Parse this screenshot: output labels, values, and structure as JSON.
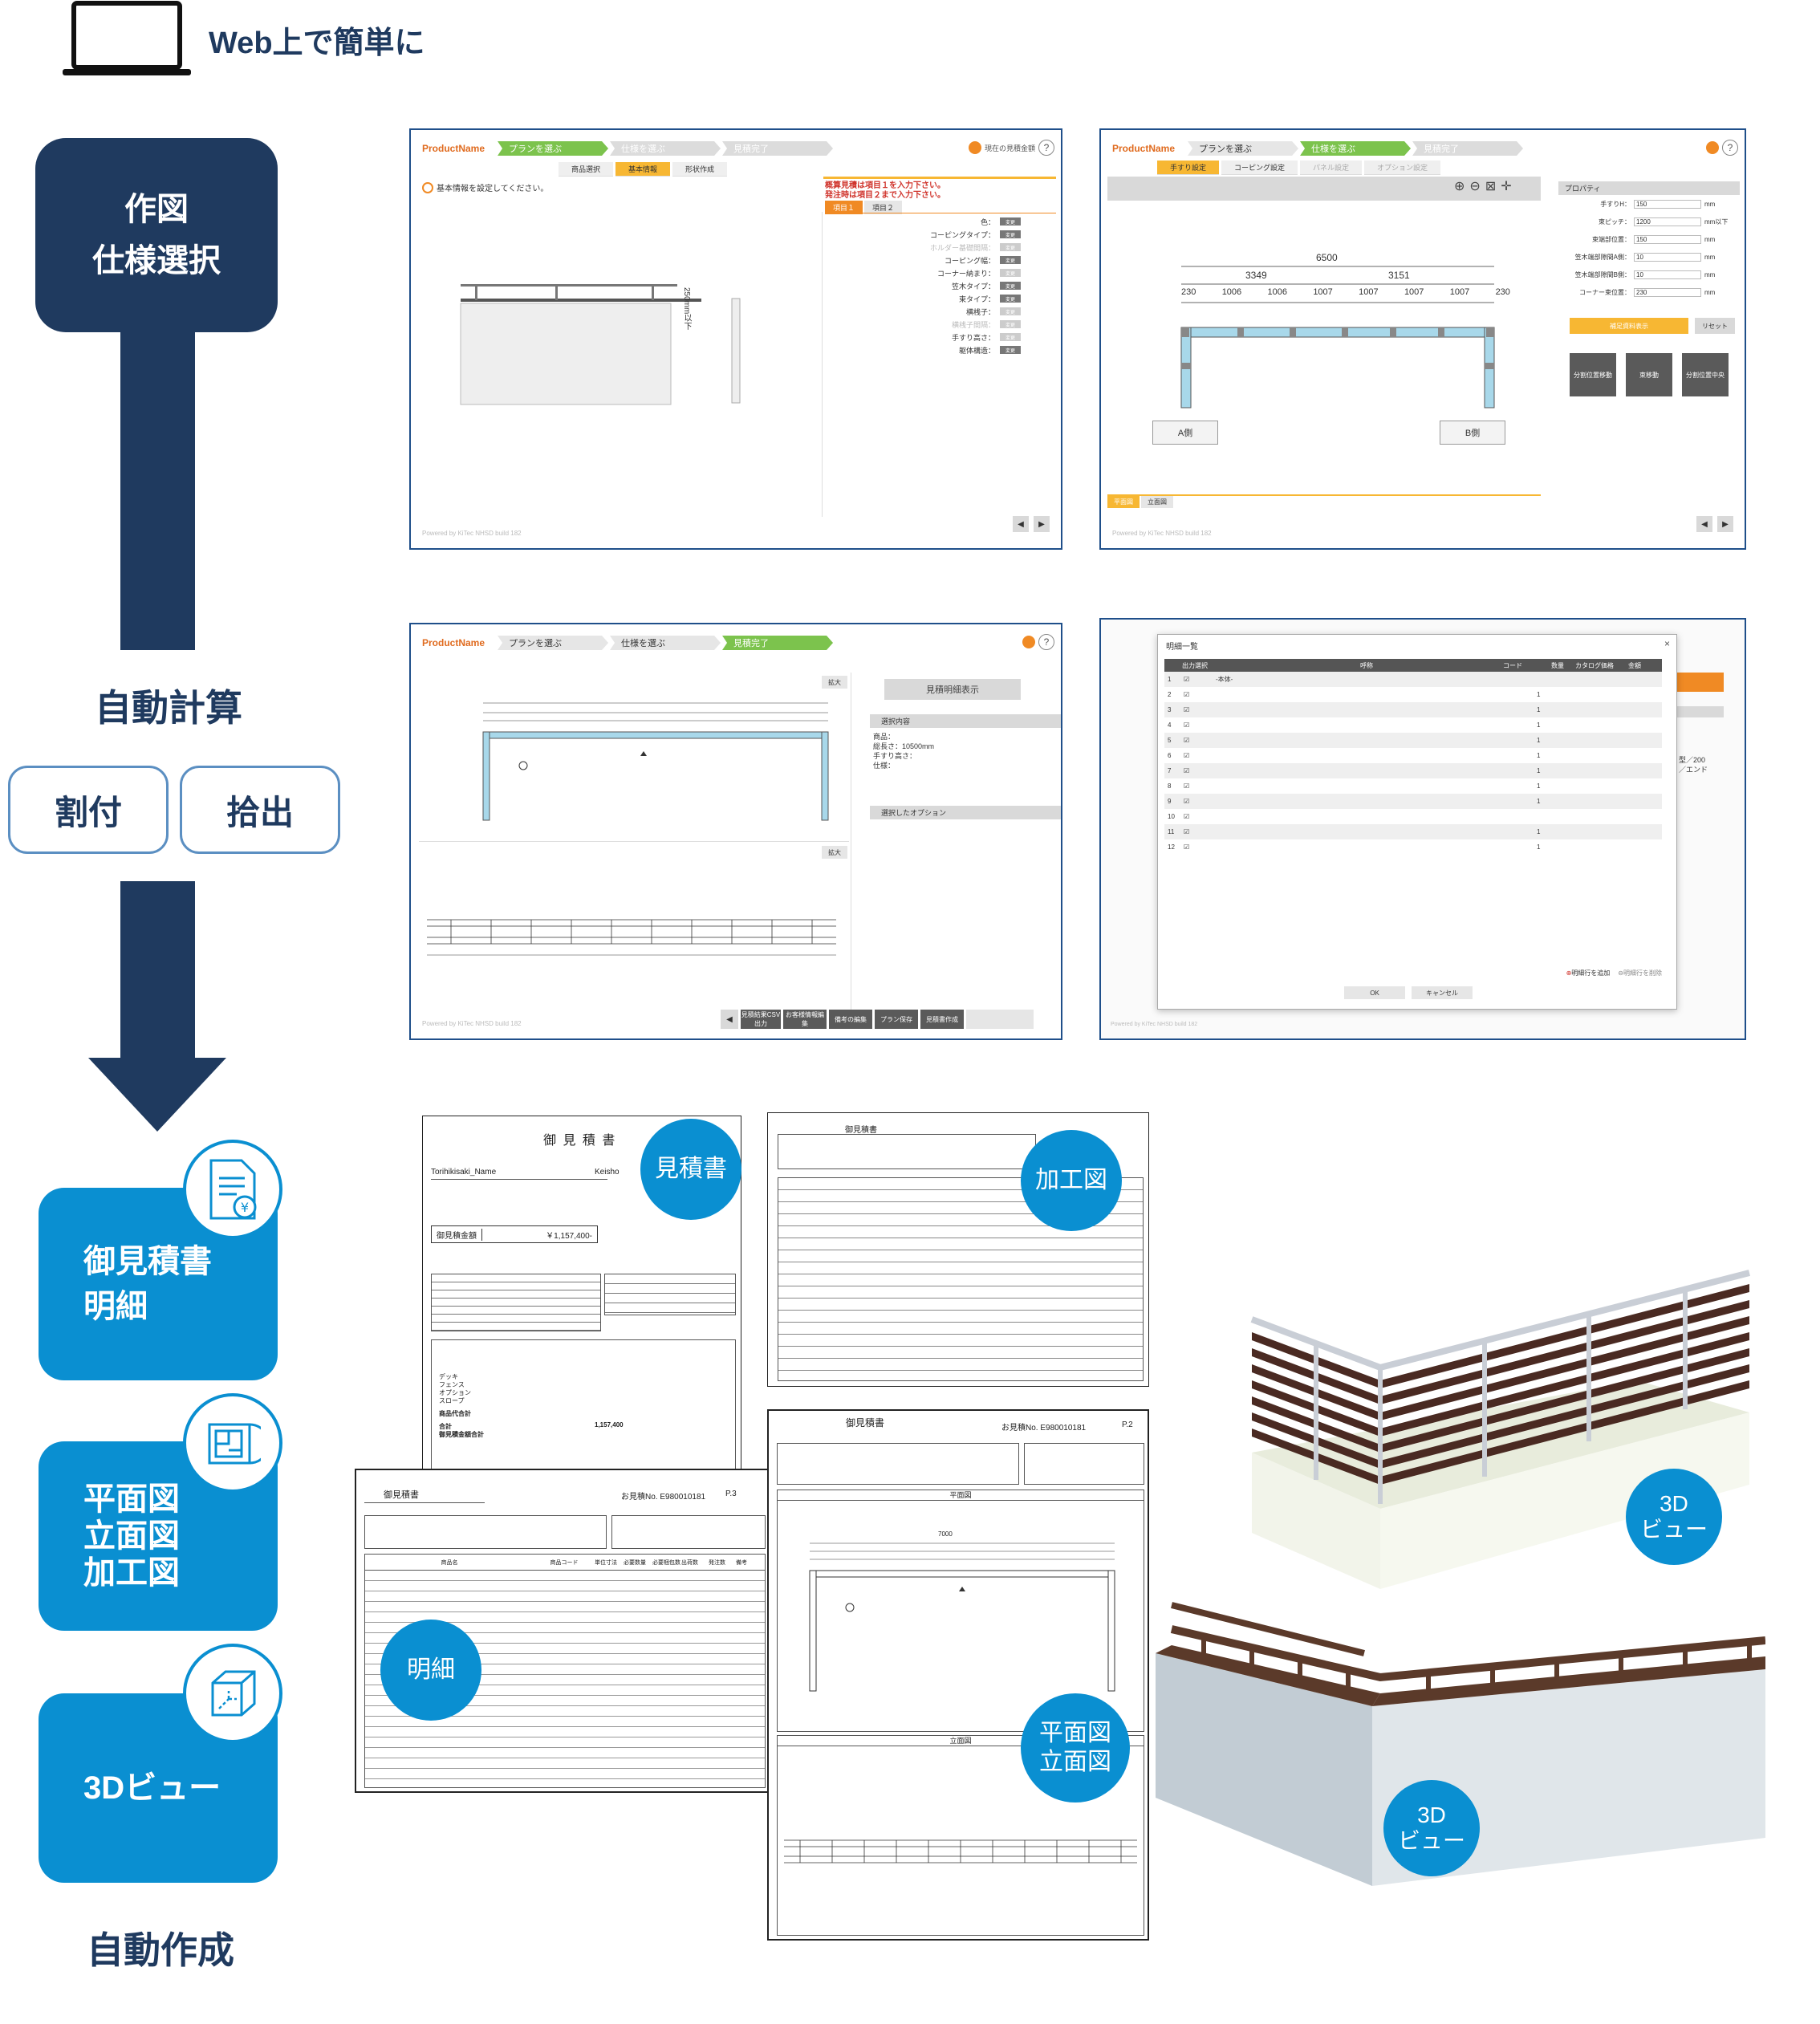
{
  "header": {
    "title": "Web上で簡単に",
    "icon": "laptop-icon"
  },
  "flow": {
    "step1": {
      "line1": "作図",
      "line2": "仕様選択"
    },
    "auto_calc": "自動計算",
    "pill_left": "割付",
    "pill_right": "拾出",
    "out1": {
      "line1": "御見積書",
      "line2": "明細",
      "icon": "estimate-yen-document-icon"
    },
    "out2": {
      "line1": "平面図",
      "line2": "立面図",
      "line3": "加工図",
      "icon": "blueprint-roll-icon"
    },
    "out3": {
      "label": "3Dビュー",
      "icon": "3d-cube-icon"
    },
    "auto_create": "自動作成"
  },
  "shot1": {
    "product": "ProductName",
    "steps": [
      "プランを選ぶ",
      "仕様を選ぶ",
      "見積完了"
    ],
    "subtabs": [
      "商品選択",
      "基本情報",
      "形状作成"
    ],
    "notice": "基本情報を設定してください。",
    "warn1": "概算見積は項目１を入力下さい。",
    "warn2": "発注時は項目２まで入力下さい。",
    "tabs": [
      "項目１",
      "項目２"
    ],
    "props": [
      "色：",
      "コーピングタイプ：",
      "ホルダー基礎間隔：",
      "コーピング幅：",
      "コーナー納まり：",
      "笠木タイプ：",
      "束タイプ：",
      "横桟子：",
      "横桟子間隔：",
      "手すり高さ：",
      "躯体構造："
    ],
    "change": "変更",
    "dim": "250mm以下",
    "help": "ヘルプ",
    "estimate": "現在の見積金額",
    "powered": "Powered by KiTec NHSD build 182"
  },
  "shot2": {
    "product": "ProductName",
    "steps": [
      "プランを選ぶ",
      "仕様を選ぶ",
      "見積完了"
    ],
    "subtabs": [
      "手すり設定",
      "コーピング設定",
      "パネル設定",
      "オプション設定"
    ],
    "dims_top": "6500",
    "dims_mid": [
      "3349",
      "3151"
    ],
    "dims_row": [
      "230",
      "1006",
      "1006",
      "1007",
      "1007",
      "1007",
      "1007",
      "230"
    ],
    "side_a": "A側",
    "side_b": "B側",
    "prop_title": "プロパティ",
    "props": [
      {
        "k": "手すりH：",
        "v": "150",
        "u": "mm"
      },
      {
        "k": "束ピッチ：",
        "v": "1200",
        "u": "mm以下"
      },
      {
        "k": "束端部位置：",
        "v": "150",
        "u": "mm"
      },
      {
        "k": "笠木端部隙間A側：",
        "v": "10",
        "u": "mm"
      },
      {
        "k": "笠木端部隙間B側：",
        "v": "10",
        "u": "mm"
      },
      {
        "k": "コーナー束位置：",
        "v": "230",
        "u": "mm"
      }
    ],
    "btn_material": "補足資料表示",
    "btn_reset": "リセット",
    "btns": [
      "分割位置移動",
      "束移動",
      "分割位置中央"
    ],
    "view_tabs": [
      "平面図",
      "立面図"
    ],
    "powered": "Powered by KiTec NHSD build 182"
  },
  "shot3": {
    "product": "ProductName",
    "steps": [
      "プランを選ぶ",
      "仕様を選ぶ",
      "見積完了"
    ],
    "zoom": "拡大",
    "detail_btn": "見積明細表示",
    "sel_title": "選択内容",
    "sel_lines": [
      "商品：",
      "総長さ：10500mm",
      "手すり高さ：",
      "仕様："
    ],
    "opt_title": "選択したオプション",
    "footer_btns": [
      "見積結果CSV出力",
      "お客様情報編集",
      "備考の編集",
      "プラン保存",
      "見積書作成"
    ],
    "powered": "Powered by KiTec NHSD build 182"
  },
  "shot4": {
    "dialog_title": "明細一覧",
    "columns": [
      "出力選択",
      "呼称",
      "コード",
      "数量",
      "カタログ価格",
      "金額"
    ],
    "first_row": "-本体-",
    "rows": [
      "1",
      "2",
      "3",
      "4",
      "5",
      "6",
      "7",
      "8",
      "9",
      "10",
      "11",
      "12"
    ],
    "qty": "1",
    "add_row": "明細行を追加",
    "del_row": "明細行を削除",
    "ok": "OK",
    "cancel": "キャンセル",
    "side_text1": "型／200",
    "side_text2": "／エンド",
    "powered": "Powered by KiTec NHSD build 182"
  },
  "docs": {
    "estimate_title": "御 見 積 書",
    "estimate_label": "見積書",
    "customer": "Torihikisaki_Name",
    "honorific": "Keisho",
    "amount_label": "御見積金額",
    "amount": "￥1,157,400-",
    "subtotal": "1,157,400",
    "items": [
      "デッキ",
      "フェンス",
      "オプション",
      "スロープ"
    ],
    "sum_label": "商品代合計",
    "total_label": "合計",
    "grand_label": "御見積金額合計",
    "detail_title": "御見積書",
    "detail_label": "明細",
    "estimate_no": "お見積No. E980010181",
    "page1": "P.3",
    "page2": "P.2",
    "processing_title": "御見積書",
    "processing_label": "加工図",
    "plan_title": "御見積書",
    "plan_section": "平面図",
    "elev_section": "立面図",
    "plan_label_1": "平面図",
    "plan_label_2": "立面図",
    "plan_dim": "7000",
    "detail_cols": [
      "商品名",
      "商品コード",
      "単位寸法",
      "必要数量",
      "必要梱包数",
      "出荷数",
      "発注数",
      "備考"
    ]
  },
  "view3d": {
    "label_top": "3D",
    "label_bottom": "ビュー"
  }
}
